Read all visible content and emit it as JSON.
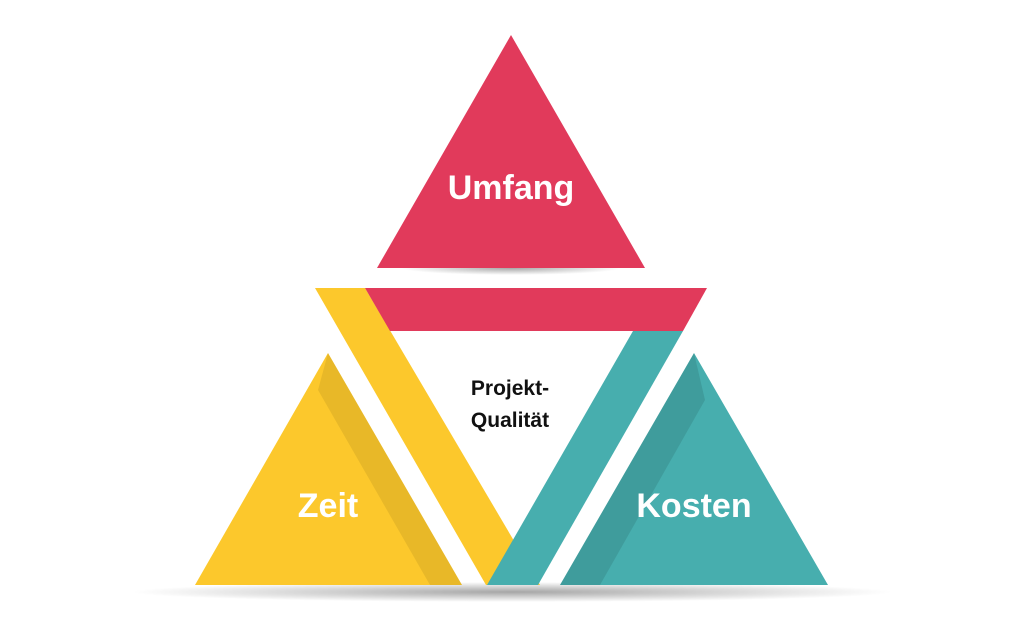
{
  "diagram": {
    "top_label": "Umfang",
    "left_label": "Zeit",
    "right_label": "Kosten",
    "center_label_line1": "Projekt-",
    "center_label_line2": "Qualität"
  },
  "colors": {
    "umfang": "#E13A5B",
    "zeit": "#FCC82C",
    "kosten": "#47AEAE",
    "center_text": "#111111"
  }
}
